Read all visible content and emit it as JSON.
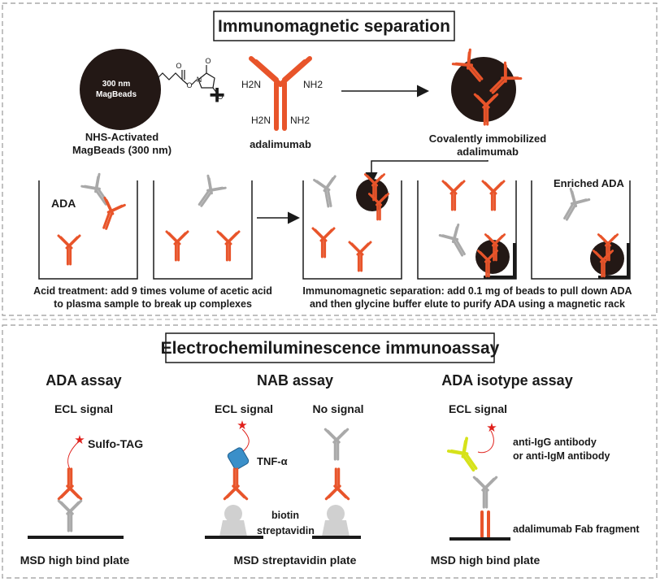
{
  "section1": {
    "title": "Immunomagnetic separation",
    "bead_text_line1": "300 nm",
    "bead_text_line2": "MagBeads",
    "nhs_caption_line1": "NHS-Activated",
    "nhs_caption_line2": "MagBeads (300 nm)",
    "plus": "+",
    "nh2": "NH2",
    "h2n": "H2N",
    "adalimumab_caption": "adalimumab",
    "immob_caption_line1": "Covalently immobilized",
    "immob_caption_line2": "adalimumab",
    "ada_label": "ADA",
    "enriched_label": "Enriched ADA",
    "acid_caption_line1": "Acid treatment: add 9 times volume of acetic acid",
    "acid_caption_line2": "to plasma sample to break up complexes",
    "ims_caption_line1": "Immunomagnetic separation: add 0.1 mg of beads to pull down ADA",
    "ims_caption_line2": "and then glycine buffer elute to purify ADA using a magnetic rack"
  },
  "section2": {
    "title": "Electrochemiluminescence immunoassay",
    "ada_assay": {
      "heading": "ADA assay",
      "signal": "ECL signal",
      "tag": "Sulfo-TAG",
      "plate": "MSD high bind plate"
    },
    "nab_assay": {
      "heading": "NAB assay",
      "signal": "ECL signal",
      "no_signal": "No signal",
      "tnf": "TNF-α",
      "biotin": "biotin",
      "streptavidin": "streptavidin",
      "plate": "MSD streptavidin plate"
    },
    "isotype_assay": {
      "heading": "ADA isotype  assay",
      "signal": "ECL signal",
      "anti_line1": "anti-IgG antibody",
      "anti_line2": "or anti-IgM antibody",
      "fab": "adalimumab Fab fragment",
      "plate": "MSD high bind plate"
    }
  },
  "colors": {
    "orange": "#e8542a",
    "gray": "#a9a9a9",
    "yellow": "#d6e21a",
    "bead": "#231815",
    "star": "#e0201b",
    "tnf_blue": "#3a8fc9"
  }
}
